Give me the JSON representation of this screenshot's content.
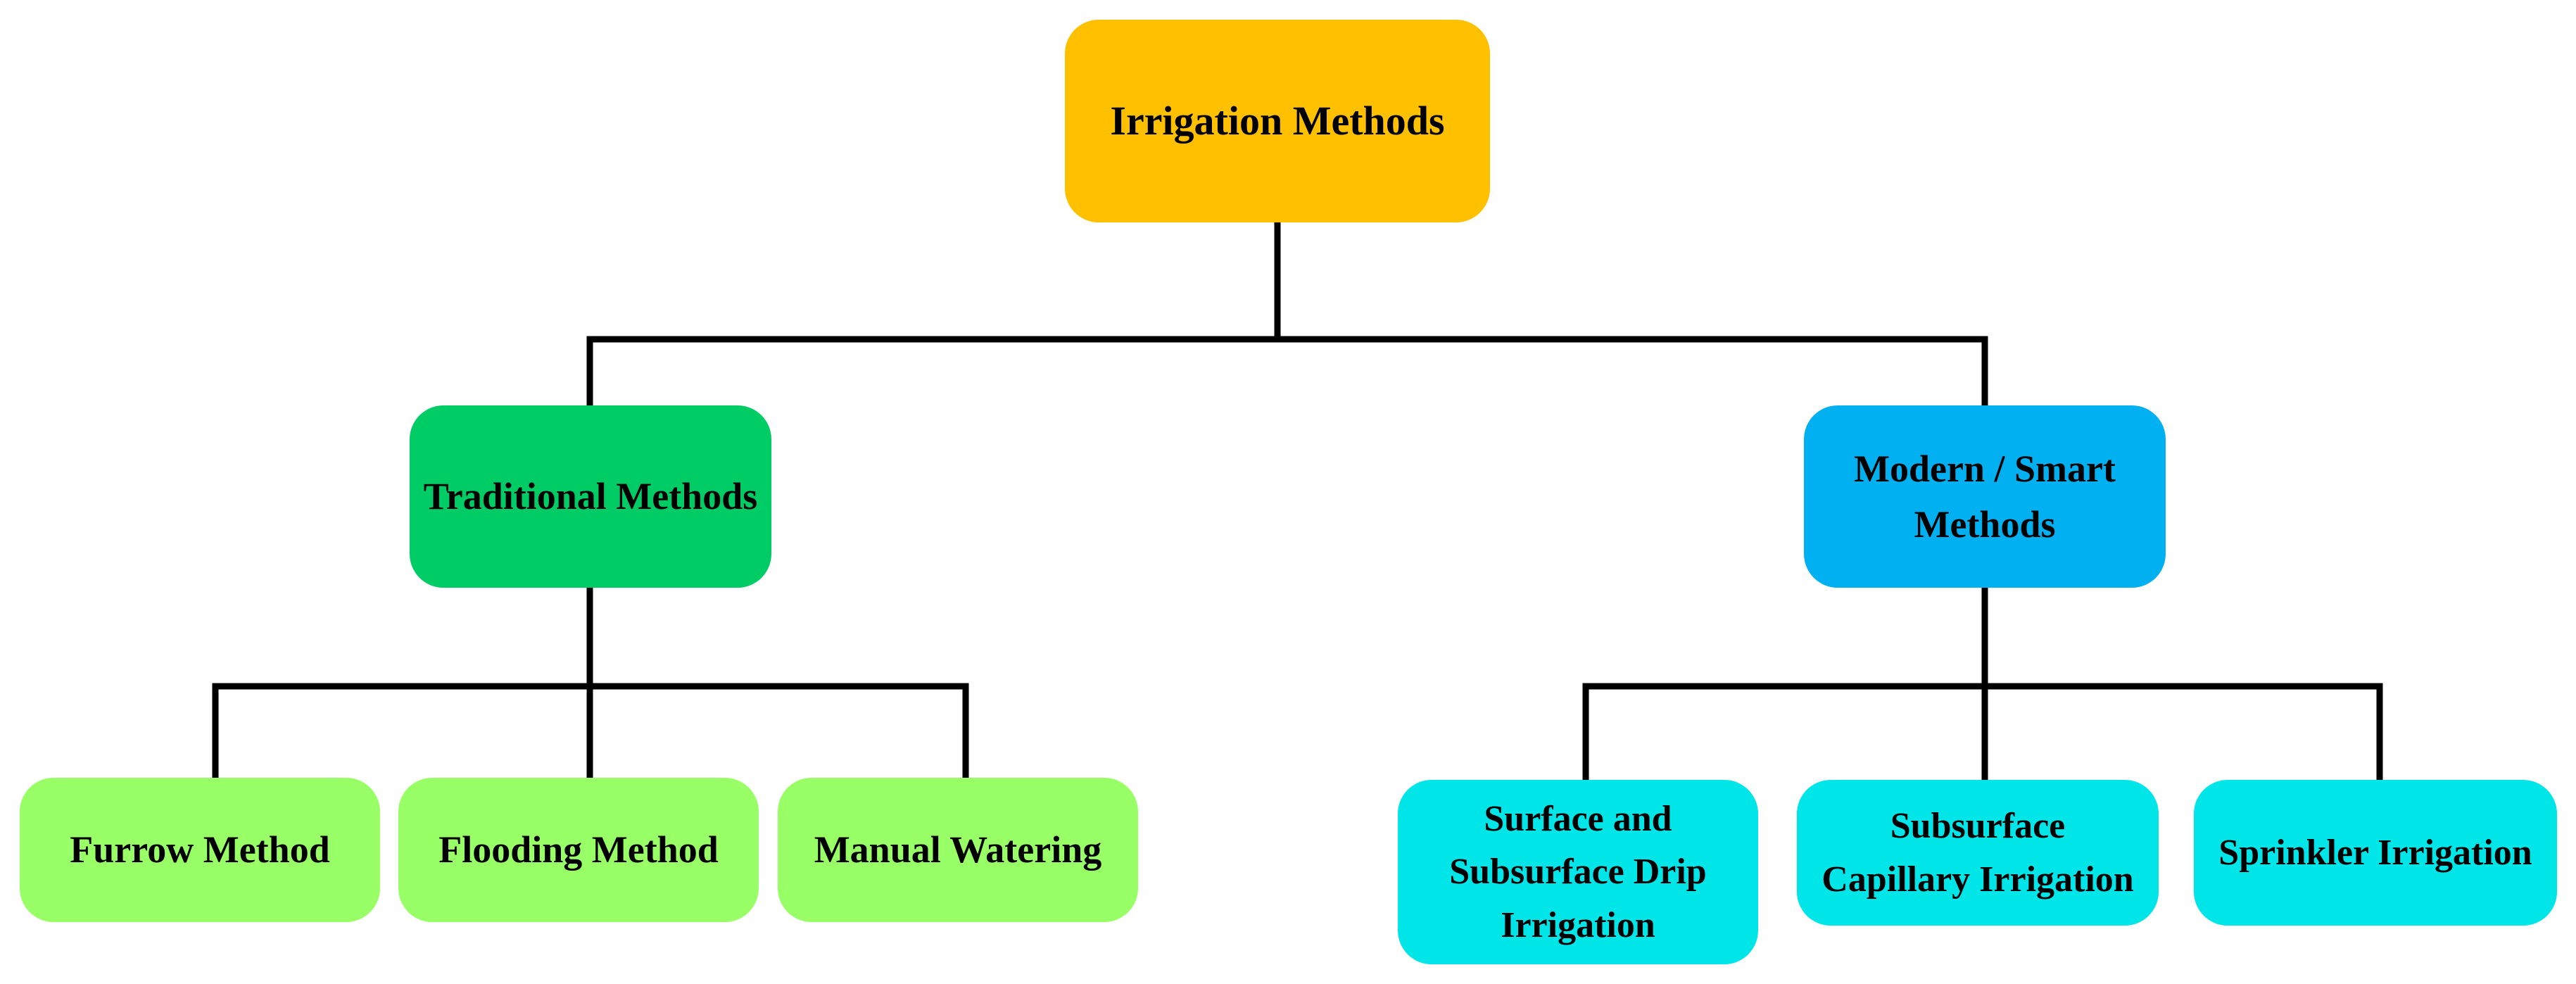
{
  "diagram": {
    "root": {
      "label": "Irrigation Methods",
      "color": "#ffc000"
    },
    "branches": [
      {
        "label": "Traditional Methods",
        "color": "#00cc66",
        "children": [
          {
            "label": "Furrow Method",
            "color": "#99ff66"
          },
          {
            "label": "Flooding Method",
            "color": "#99ff66"
          },
          {
            "label": "Manual Watering",
            "color": "#99ff66"
          }
        ]
      },
      {
        "label": "Modern / Smart\nMethods",
        "color": "#00b0f0",
        "children": [
          {
            "label": "Surface and\nSubsurface Drip\nIrrigation",
            "color": "#00e5e8"
          },
          {
            "label": "Subsurface\nCapillary Irrigation",
            "color": "#00e5e8"
          },
          {
            "label": "Sprinkler Irrigation",
            "color": "#00e5e8"
          }
        ]
      }
    ],
    "connector_color": "#000000"
  }
}
